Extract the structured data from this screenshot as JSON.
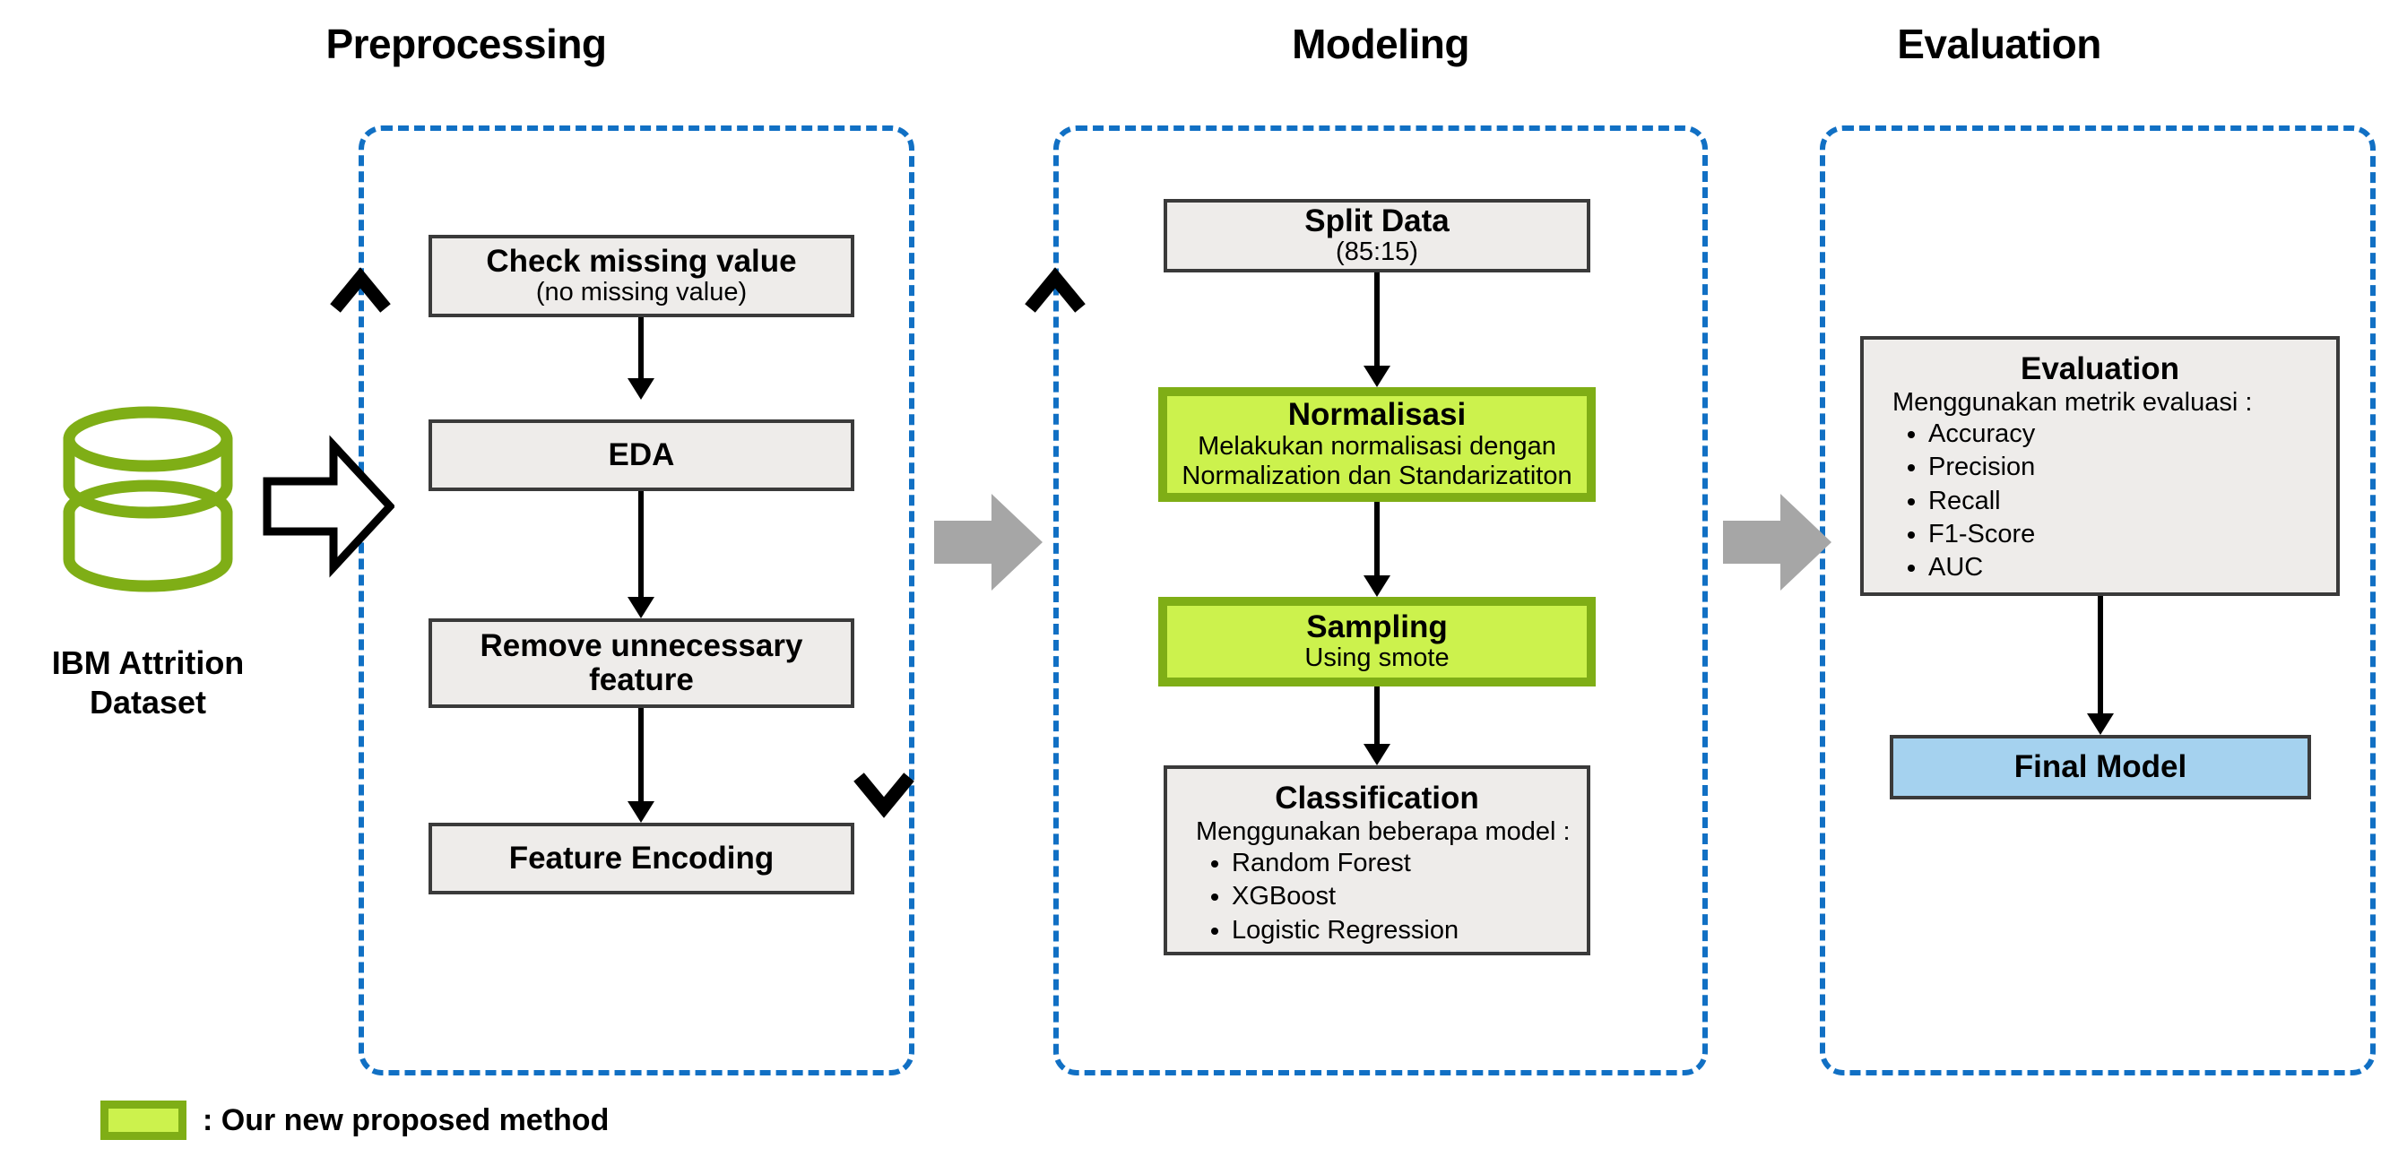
{
  "phases": [
    {
      "id": "preprocessing",
      "title": "Preprocessing"
    },
    {
      "id": "modeling",
      "title": "Modeling"
    },
    {
      "id": "evaluation",
      "title": "Evaluation"
    }
  ],
  "source": {
    "icon": "database-icon",
    "label_line1": "IBM Attrition",
    "label_line2": "Dataset"
  },
  "preprocessing": {
    "steps": [
      {
        "title": "Check missing value",
        "sub": "(no missing value)"
      },
      {
        "title": "EDA",
        "sub": ""
      },
      {
        "title": "Remove unnecessary feature",
        "sub": ""
      },
      {
        "title": "Feature Encoding",
        "sub": ""
      }
    ]
  },
  "modeling": {
    "steps": [
      {
        "title": "Split Data",
        "sub": "(85:15)",
        "highlight": false
      },
      {
        "title": "Normalisasi",
        "sub_line1": "Melakukan normalisasi dengan",
        "sub_line2": "Normalization dan Standarizatiton",
        "highlight": true
      },
      {
        "title": "Sampling",
        "sub": "Using smote",
        "highlight": true
      },
      {
        "title": "Classification",
        "lead": "Menggunakan beberapa model :",
        "items": [
          "Random Forest",
          "XGBoost",
          "Logistic Regression"
        ],
        "highlight": false
      }
    ]
  },
  "evaluation": {
    "metrics_box": {
      "title": "Evaluation",
      "lead": "Menggunakan metrik evaluasi :",
      "items": [
        "Accuracy",
        "Precision",
        "Recall",
        "F1-Score",
        "AUC"
      ]
    },
    "final_box": {
      "title": "Final Model"
    }
  },
  "legend": {
    "swatch_color": "#ccf24d",
    "swatch_border_color": "#7fae16",
    "text": ": Our new proposed method"
  },
  "colors": {
    "panel_dashed": "#1170c4",
    "box_fill": "#eeecea",
    "box_border": "#3a3a3a",
    "highlight_fill": "#ccf24d",
    "highlight_border": "#7fae16",
    "final_fill": "#a5d2ef",
    "gray_arrow": "#a6a6a6",
    "db_green": "#7fae16"
  }
}
